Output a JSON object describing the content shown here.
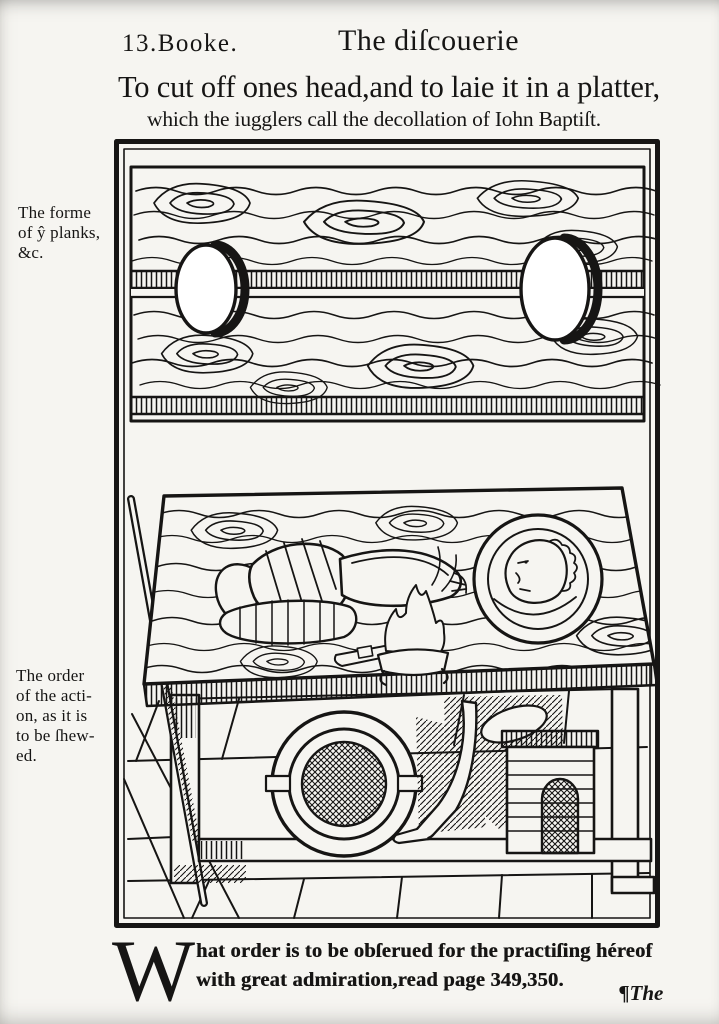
{
  "header": {
    "book_number": "13.Booke.",
    "running_title": "The diſcouerie"
  },
  "title": "To cut off ones head,and to laie it in a platter,",
  "subtitle": "which the iugglers call the decollation of Iohn Baptiſt.",
  "margin_notes": {
    "planks": {
      "lines": [
        "The forme",
        "of ŷ planks,",
        "&c."
      ]
    },
    "order": {
      "lines": [
        "The order",
        "of the acti-",
        "on, as it is",
        "to be ſhew-",
        "ed."
      ]
    }
  },
  "figure": {
    "alt": "Woodcut: two planks with two oval holes; below, a headless body lying on a table with a severed head on a platter, a chafing dish of coals, and an assistant hidden beneath the table"
  },
  "footer": {
    "drop_cap": "W",
    "line1": "hat order is to be obſerued for the practiſing héreof",
    "line2": "with great admiration,read page 349,350.",
    "catchword": "¶The"
  },
  "colors": {
    "ink": "#161514",
    "paper": "#f6f5f1"
  }
}
